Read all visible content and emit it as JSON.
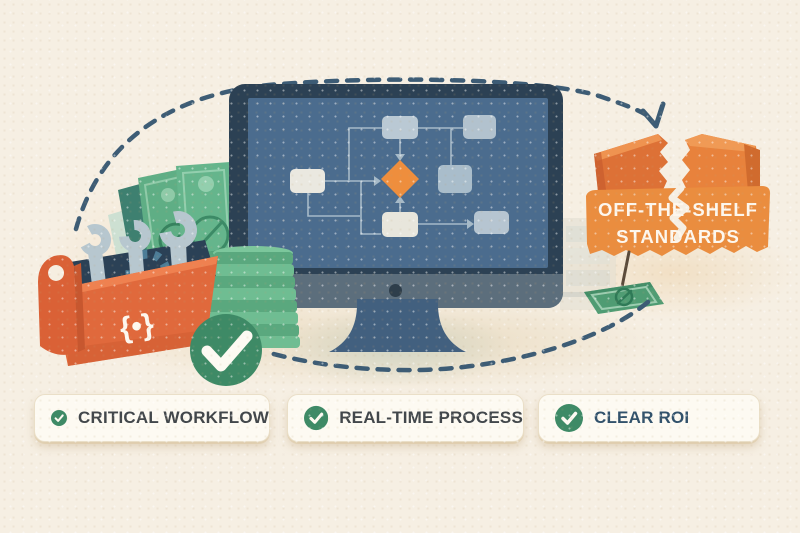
{
  "illustration": {
    "sign": {
      "line1": "OFF-THE-SHELF",
      "line2": "STANDARDS",
      "bg_color": "#ea8d3f",
      "text_color": "#fdf7ee"
    },
    "badges": [
      {
        "label": "CRITICAL WORKFLOW",
        "text_color": "#42474b"
      },
      {
        "label": "REAL-TIME PROCESS",
        "text_color": "#42474b"
      },
      {
        "label": "CLEAR ROI",
        "text_color": "#32526b"
      }
    ],
    "toolbox_glyph": "{•}",
    "icons": [
      "toolbox-icon",
      "wrench-icon",
      "gear-icon",
      "money-bills-icon",
      "money-stack-icon",
      "check-circle-icon",
      "monitor-icon",
      "flowchart-icon",
      "broken-box-icon",
      "dollar-bill-icon",
      "dashed-arrow-icon",
      "badge-check-icon"
    ],
    "colors": {
      "background": "#f6efe3",
      "dashed_path": "#3d5c75",
      "monitor_bezel": "#2c4154",
      "monitor_screen": "#4b6c8e",
      "flow_diamond": "#ee8e3d",
      "flow_node": "#b7c6d2",
      "toolbox_orange": "#e0693c",
      "money_green": "#5fae85",
      "check_green": "#3e8a66",
      "badge_bg": "#fdfaf2"
    }
  }
}
